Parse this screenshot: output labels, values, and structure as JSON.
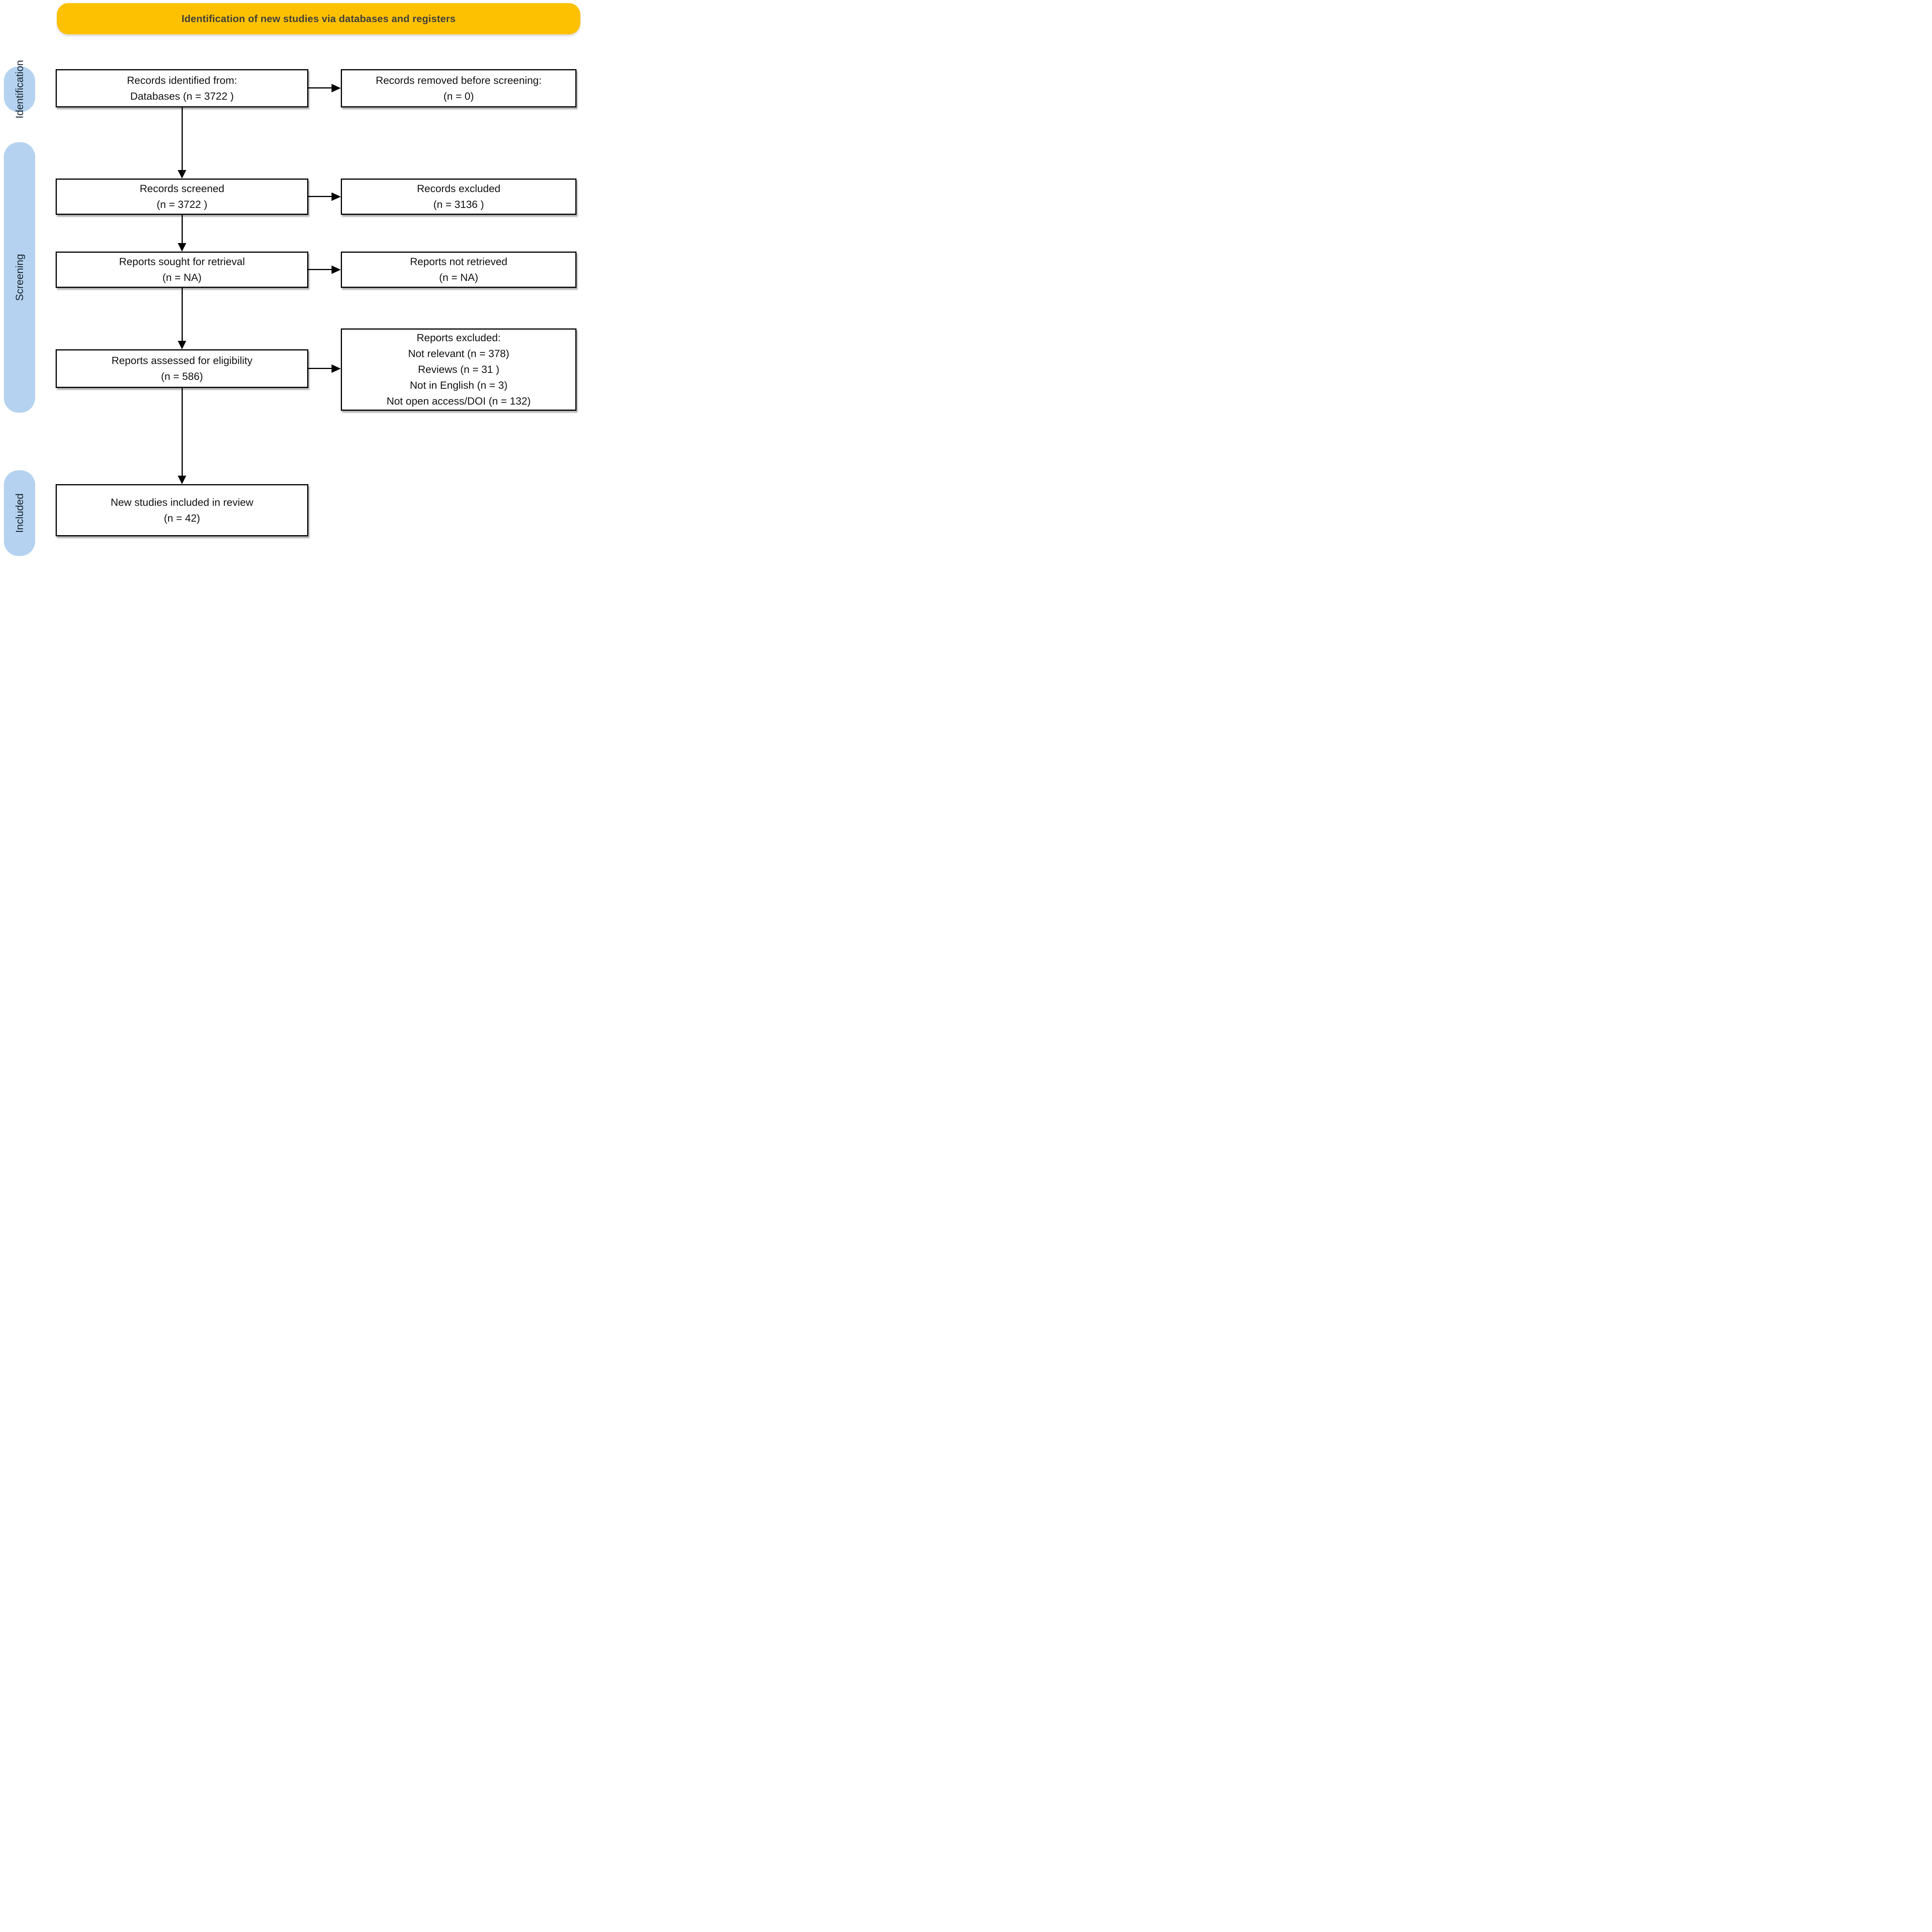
{
  "banner": {
    "label": "Identification of new studies via databases and registers"
  },
  "side_labels": [
    {
      "label": "Identification"
    },
    {
      "label": "Screening"
    },
    {
      "label": "Included"
    }
  ],
  "boxes": {
    "identified": {
      "lines": [
        "Records identified from:",
        "Databases (n = 3722 )"
      ]
    },
    "removed": {
      "lines": [
        "Records removed before screening:",
        "(n = 0)"
      ]
    },
    "screened": {
      "lines": [
        "Records screened",
        "(n = 3722 )"
      ]
    },
    "excluded": {
      "lines": [
        "Records excluded",
        "(n = 3136 )"
      ]
    },
    "sought": {
      "lines": [
        "Reports sought for retrieval",
        "(n = NA)"
      ]
    },
    "not_retrieved": {
      "lines": [
        "Reports not retrieved",
        "(n = NA)"
      ]
    },
    "assessed": {
      "lines": [
        "Reports assessed for eligibility",
        "(n = 586)"
      ]
    },
    "reports_excluded": {
      "lines": [
        "Reports excluded:",
        "Not relevant (n = 378)",
        "Reviews (n = 31 )",
        "Not in English (n = 3)",
        "Not open access/DOI (n = 132)"
      ]
    },
    "new_studies": {
      "lines": [
        "New studies included in review",
        "(n = 42)"
      ]
    }
  },
  "colors": {
    "banner_bg": "#FDC101",
    "side_label_bg": "#B5D3F0",
    "box_border": "#000000",
    "text": "#111111",
    "banner_text": "#3F3F3F",
    "side_label_text": "#16212E"
  }
}
